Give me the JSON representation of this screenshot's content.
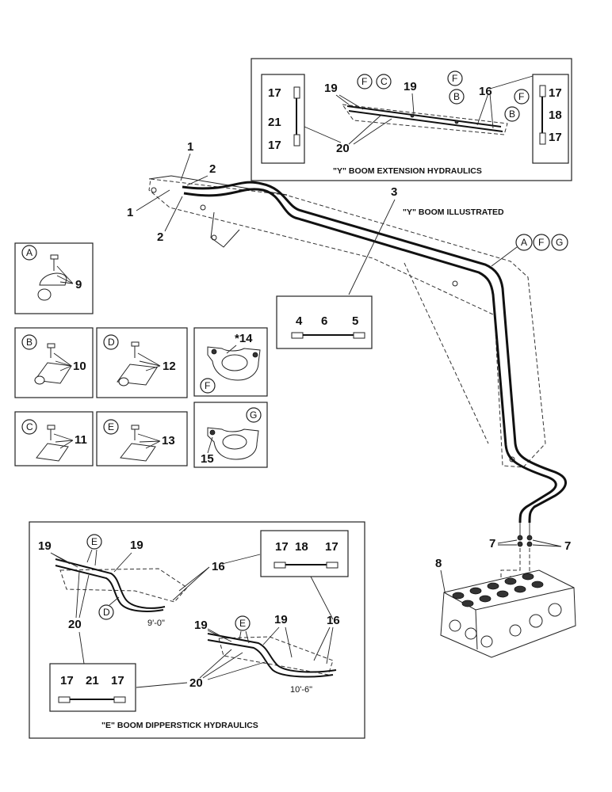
{
  "captions": {
    "y_extension": "\"Y\" BOOM EXTENSION HYDRAULICS",
    "y_illustrated": "\"Y\" BOOM ILLUSTRATED",
    "e_dipperstick": "\"E\" BOOM DIPPERSTICK HYDRAULICS"
  },
  "dimensions": {
    "short": "9'-0\"",
    "long": "10'-6\""
  },
  "circle_letters": [
    "A",
    "B",
    "C",
    "D",
    "E",
    "F",
    "G"
  ],
  "callouts": {
    "n1": "1",
    "n2": "2",
    "n3": "3",
    "n4": "4",
    "n5": "5",
    "n6": "6",
    "n7": "7",
    "n8": "8",
    "n9": "9",
    "n10": "10",
    "n11": "11",
    "n12": "12",
    "n13": "13",
    "n14": "*14",
    "n15": "15",
    "n16": "16",
    "n17": "17",
    "n18": "18",
    "n19": "19",
    "n20": "20",
    "n21": "21"
  }
}
